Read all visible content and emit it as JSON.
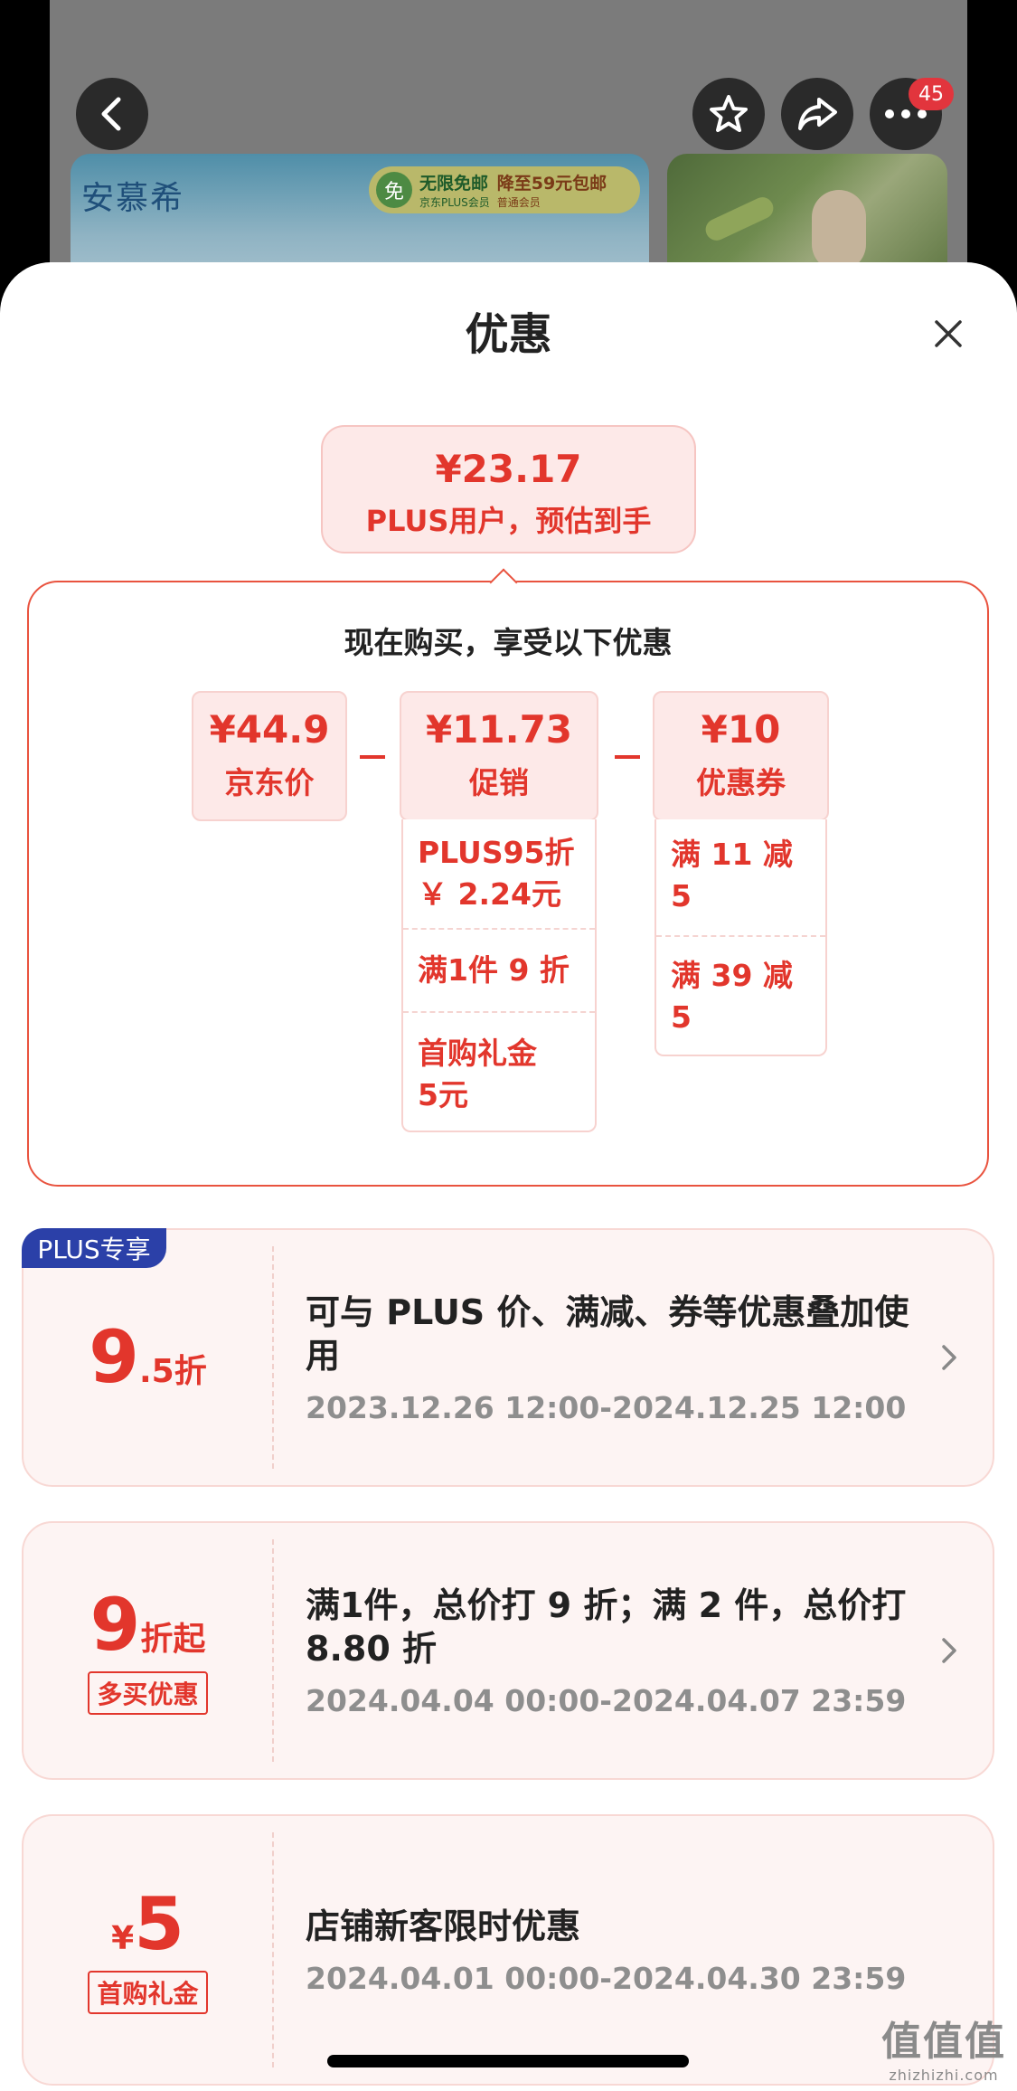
{
  "background": {
    "brand": "安慕希",
    "badge_free": "免",
    "free_shipping": "无限免邮",
    "free_shipping_sub": "京东PLUS会员",
    "threshold": "降至59元包邮",
    "threshold_sub": "普通会员",
    "more_badge": "45"
  },
  "sheet": {
    "title": "优惠"
  },
  "summary": {
    "price": "¥23.17",
    "label": "PLUS用户，预估到手"
  },
  "calc": {
    "heading": "现在购买，享受以下优惠",
    "jd_price": {
      "value": "¥44.9",
      "label": "京东价"
    },
    "promo": {
      "value": "¥11.73",
      "label": "促销",
      "items": [
        "PLUS95折\n￥ 2.24元",
        "满1件 9 折",
        "首购礼金\n5元"
      ]
    },
    "coupon": {
      "value": "¥10",
      "label": "优惠券",
      "items": [
        "满 11 减 5",
        "满 39 减 5"
      ]
    }
  },
  "cards": [
    {
      "tag": "PLUS专享",
      "num": "9",
      "unit": ".5折",
      "desc": "可与 PLUS 价、满减、券等优惠叠加使用",
      "time": "2023.12.26 12:00-2024.12.25 12:00"
    },
    {
      "num": "9",
      "unit": "折起",
      "tag": "多买优惠",
      "desc": "满1件，总价打 9 折；满 2 件，总价打 8.80 折",
      "time": "2024.04.04 00:00-2024.04.07 23:59"
    },
    {
      "prefix": "¥",
      "num": "5",
      "tag": "首购礼金",
      "desc": "店铺新客限时优惠",
      "time": "2024.04.01 00:00-2024.04.30 23:59"
    }
  ],
  "watermark": {
    "logo": "值值值",
    "url": "zhizhizhi.com"
  }
}
